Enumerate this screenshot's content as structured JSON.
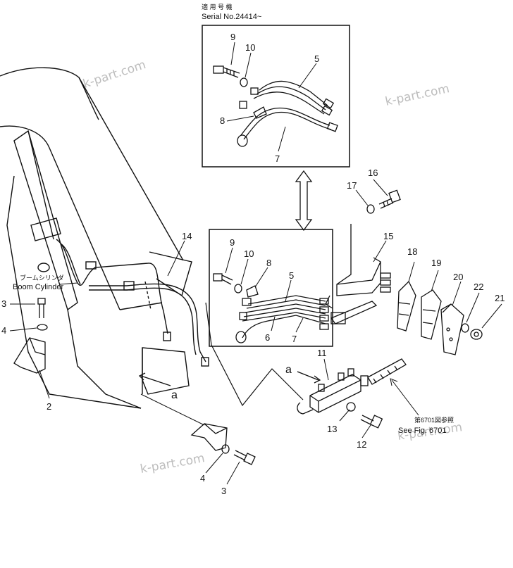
{
  "serial_box": {
    "title_jp": "適 用 号 機",
    "serial_label": "Serial No.24414~"
  },
  "boom_cylinder": {
    "label_jp": "ブームシリンダ",
    "label_en": "Boom Cylinder"
  },
  "see_fig": {
    "label_jp": "第6701図参照",
    "label_en": "See Fig. 6701"
  },
  "view_marker": "a",
  "watermark": "k-part.com",
  "callouts": {
    "c1": "9",
    "c2": "10",
    "c3": "5",
    "c4": "8",
    "c5": "7",
    "c6": "16",
    "c7": "17",
    "c8": "14",
    "c9": "9",
    "c10": "10",
    "c11": "8",
    "c12": "5",
    "c13": "6",
    "c14": "7",
    "c15": "15",
    "c16": "18",
    "c17": "19",
    "c18": "20",
    "c19": "22",
    "c20": "21",
    "c21": "3",
    "c22": "4",
    "c23": "2",
    "c24": "11",
    "c25": "13",
    "c26": "12",
    "c27": "4",
    "c28": "3"
  }
}
